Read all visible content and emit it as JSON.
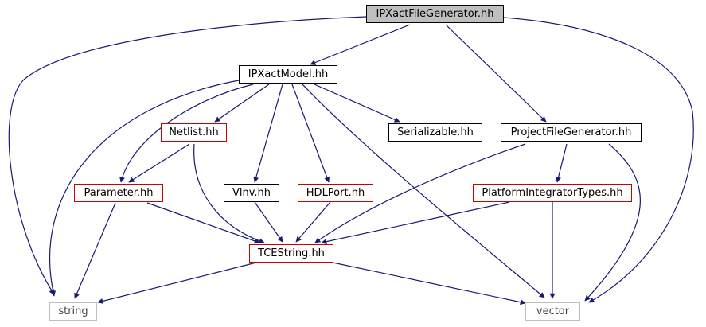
{
  "colors": {
    "edge": "#191970",
    "root_fill": "#bfbfbf",
    "node_border_black": "#000000",
    "node_border_red": "#cc0000",
    "node_border_gray": "#bfbfbf"
  },
  "nodes": {
    "ipxact_file_generator": "IPXactFileGenerator.hh",
    "ipxact_model": "IPXactModel.hh",
    "netlist": "Netlist.hh",
    "serializable": "Serializable.hh",
    "project_file_generator": "ProjectFileGenerator.hh",
    "parameter": "Parameter.hh",
    "vlnv": "Vlnv.hh",
    "hdl_port": "HDLPort.hh",
    "platform_integrator_types": "PlatformIntegratorTypes.hh",
    "tce_string": "TCEString.hh",
    "string": "string",
    "vector": "vector"
  }
}
